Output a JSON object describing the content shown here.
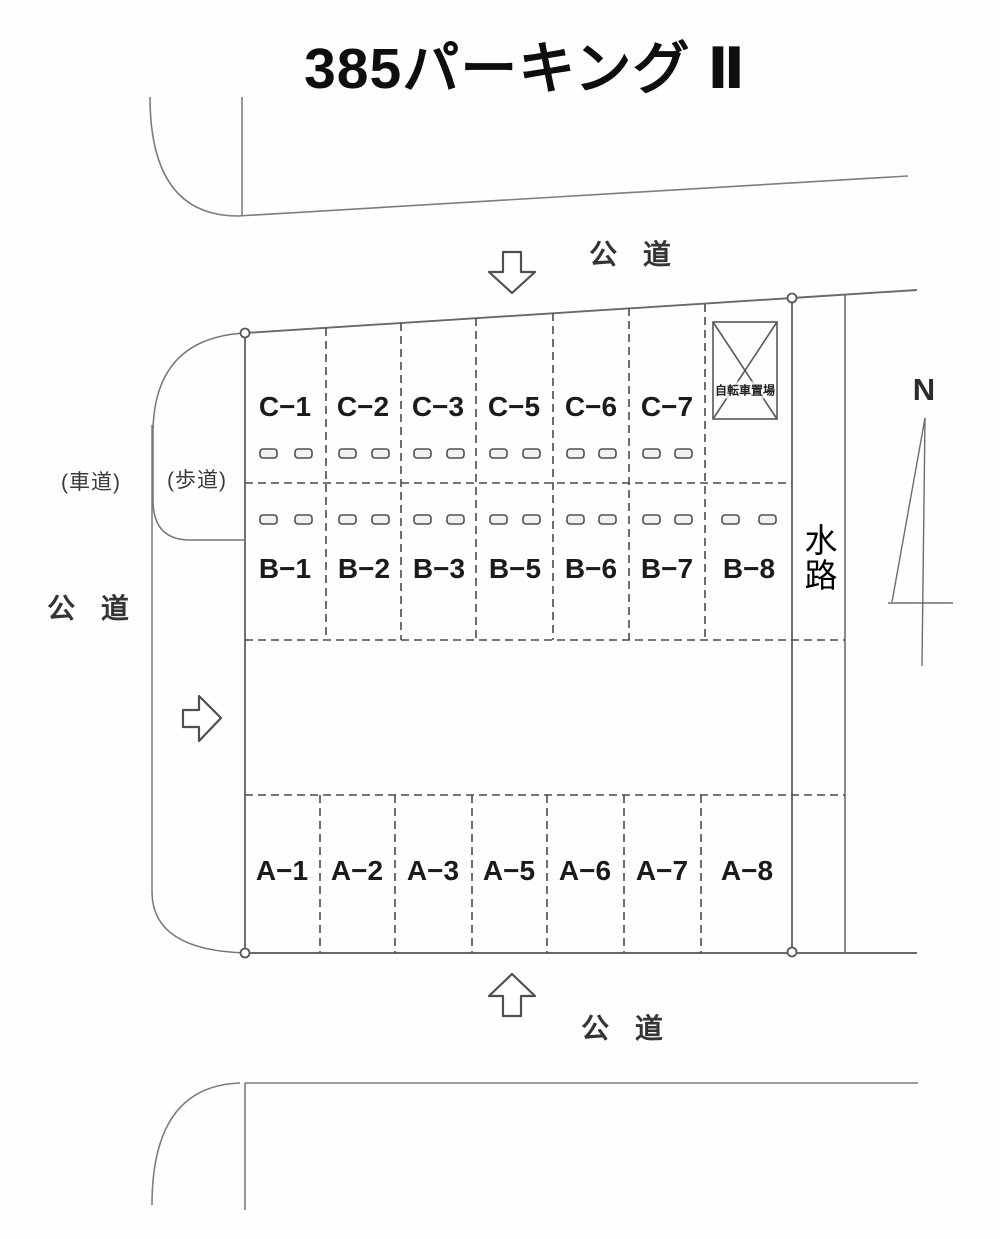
{
  "title": "385パーキング Ⅱ",
  "roads": {
    "top": "公 道",
    "bottom": "公 道",
    "left": "公 道",
    "left_roadway": "(車道)",
    "left_sidewalk": "(歩道)"
  },
  "waterway_label": "水路",
  "bicycle_area_label": "自転車置場",
  "north_label": "N",
  "spots": {
    "c_row": [
      "C−1",
      "C−2",
      "C−3",
      "C−5",
      "C−6",
      "C−7"
    ],
    "b_row": [
      "B−1",
      "B−2",
      "B−3",
      "B−5",
      "B−6",
      "B−7",
      "B−8"
    ],
    "a_row": [
      "A−1",
      "A−2",
      "A−3",
      "A−5",
      "A−6",
      "A−7",
      "A−8"
    ]
  },
  "icons": {
    "top_entrance_arrow": "arrow-down",
    "bottom_entrance_arrow": "arrow-up",
    "left_entrance_arrow": "arrow-right",
    "north_mark": "north-triangle"
  },
  "colors": {
    "line_gray": "#71757a",
    "dashed_gray": "#4a4a4a",
    "text_dark": "#1b1b1b",
    "title_black": "#0e0e0e"
  }
}
